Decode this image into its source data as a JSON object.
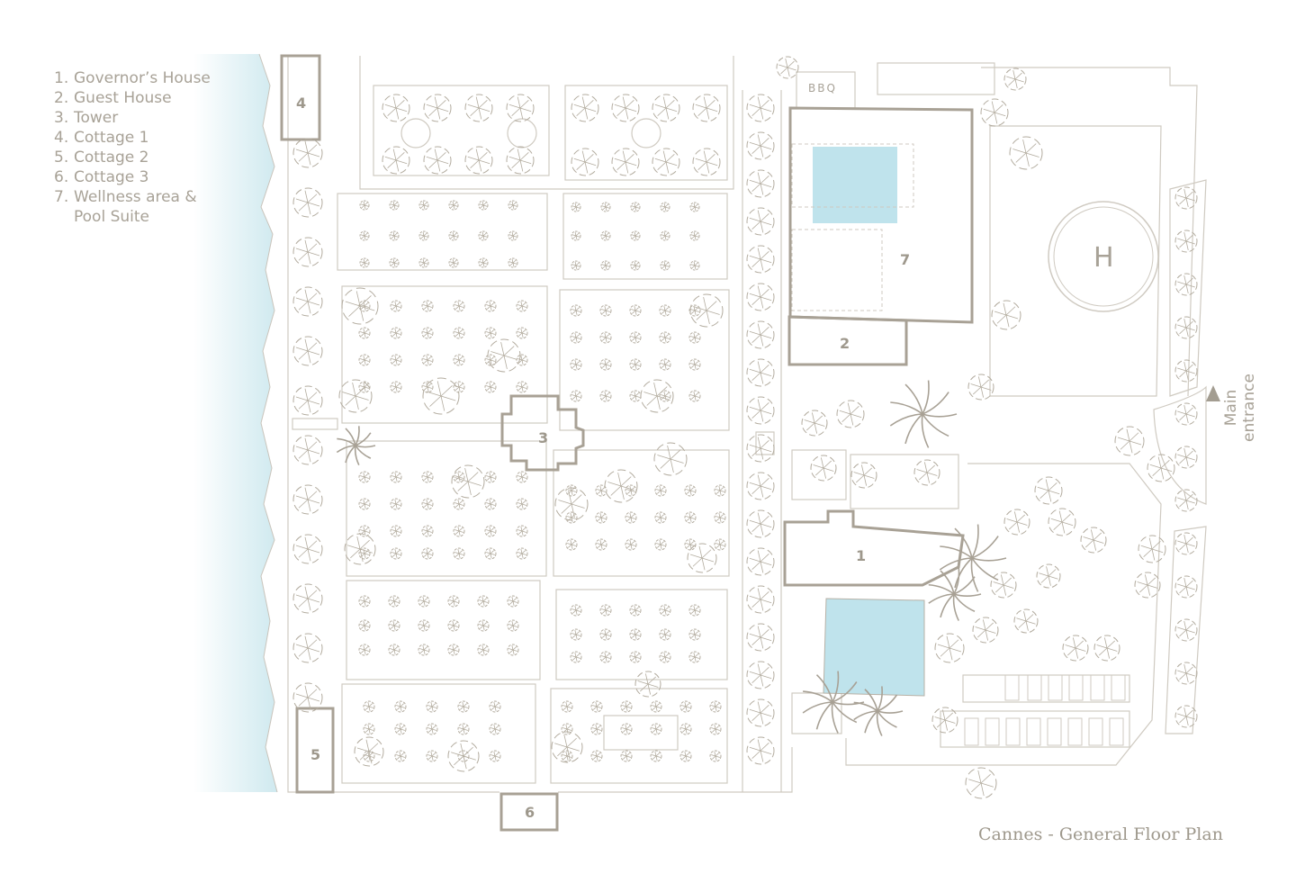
{
  "legend": {
    "items": [
      {
        "num": "1.",
        "label": "Governor’s House"
      },
      {
        "num": "2.",
        "label": "Guest House"
      },
      {
        "num": "3.",
        "label": "Tower"
      },
      {
        "num": "4.",
        "label": "Cottage 1"
      },
      {
        "num": "5.",
        "label": "Cottage 2"
      },
      {
        "num": "6.",
        "label": "Cottage 3"
      },
      {
        "num": "7.",
        "label": "Wellness area &"
      },
      {
        "num": "",
        "label": "Pool Suite"
      }
    ]
  },
  "buildings": {
    "b1": "1",
    "b2": "2",
    "b3": "3",
    "b4": "4",
    "b5": "5",
    "b6": "6",
    "b7": "7",
    "bbq": "BBQ",
    "helipad": "H"
  },
  "main_entrance": "Main entrance",
  "title": "Cannes - General Floor Plan",
  "colors": {
    "line": "#a8a297",
    "building": "#a39d91",
    "water": "#bfe3ec",
    "sea": "#d3edf2",
    "tree": "#b3ac9f"
  }
}
